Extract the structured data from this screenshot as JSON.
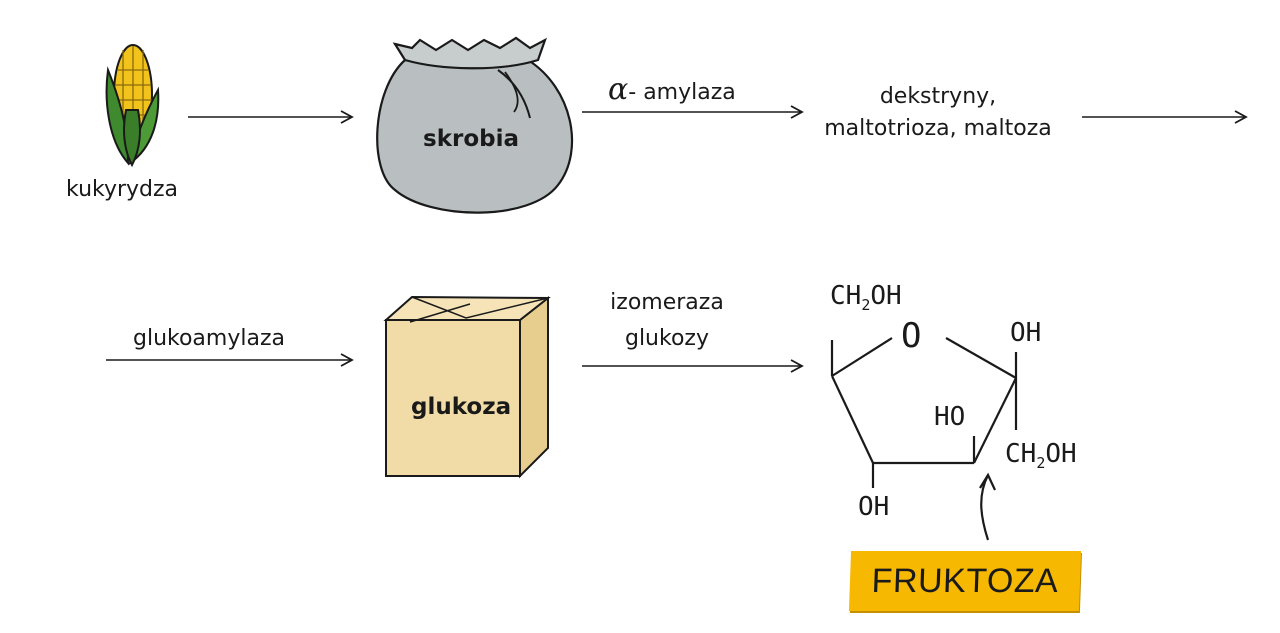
{
  "labels": {
    "corn": "kukyrydza",
    "starch": "skrobia",
    "enzyme1": "- amylaza",
    "alpha": "α",
    "products_line1": "dekstryny,",
    "products_line2": "maltotrioza, maltoza",
    "enzyme2": "glukoamylaza",
    "glucose": "glukoza",
    "enzyme3_line1": "izomeraza",
    "enzyme3_line2": "glukozy",
    "result": "FRUKTOZA"
  },
  "molecule": {
    "top_left_group": "CH",
    "top_left_sub": "2",
    "top_left_tail": "OH",
    "ring_oxygen": "O",
    "right_oh": "OH",
    "ho": "HO",
    "right_group": "CH",
    "right_sub": "2",
    "right_tail": "OH",
    "bottom_oh": "OH"
  },
  "colors": {
    "corn_kernel": "#f2c31a",
    "corn_leaf": "#3f8a2e",
    "sack": "#b9bfc0",
    "box": "#f1dba6",
    "badge": "#f6b800"
  }
}
